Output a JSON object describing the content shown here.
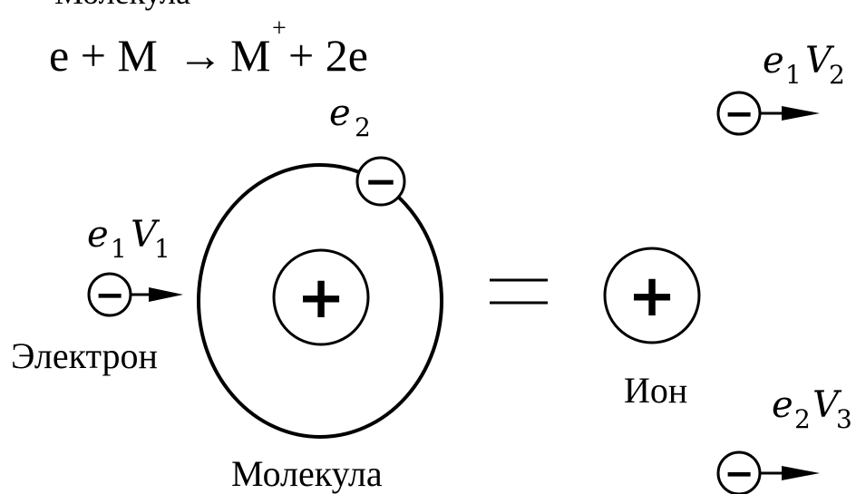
{
  "equation": {
    "lhs": "e + M",
    "arrow": "→",
    "rhs_ion": "M",
    "rhs_ion_charge": "+",
    "rhs_rest": "+ 2e"
  },
  "top_cutoff_text": "Молекула",
  "labels": {
    "e1v1": {
      "e": "e",
      "e_sub": "1",
      "v": "V",
      "v_sub": "1"
    },
    "e2": {
      "e": "e",
      "e_sub": "2"
    },
    "e1v2": {
      "e": "e",
      "e_sub": "1",
      "v": "V",
      "v_sub": "2"
    },
    "e2v3": {
      "e": "e",
      "e_sub": "2",
      "v": "V",
      "v_sub": "3"
    },
    "electron": "Электрон",
    "molecule": "Молекула",
    "ion": "Ион"
  },
  "signs": {
    "minus": "−",
    "plus": "+"
  },
  "equals": "="
}
